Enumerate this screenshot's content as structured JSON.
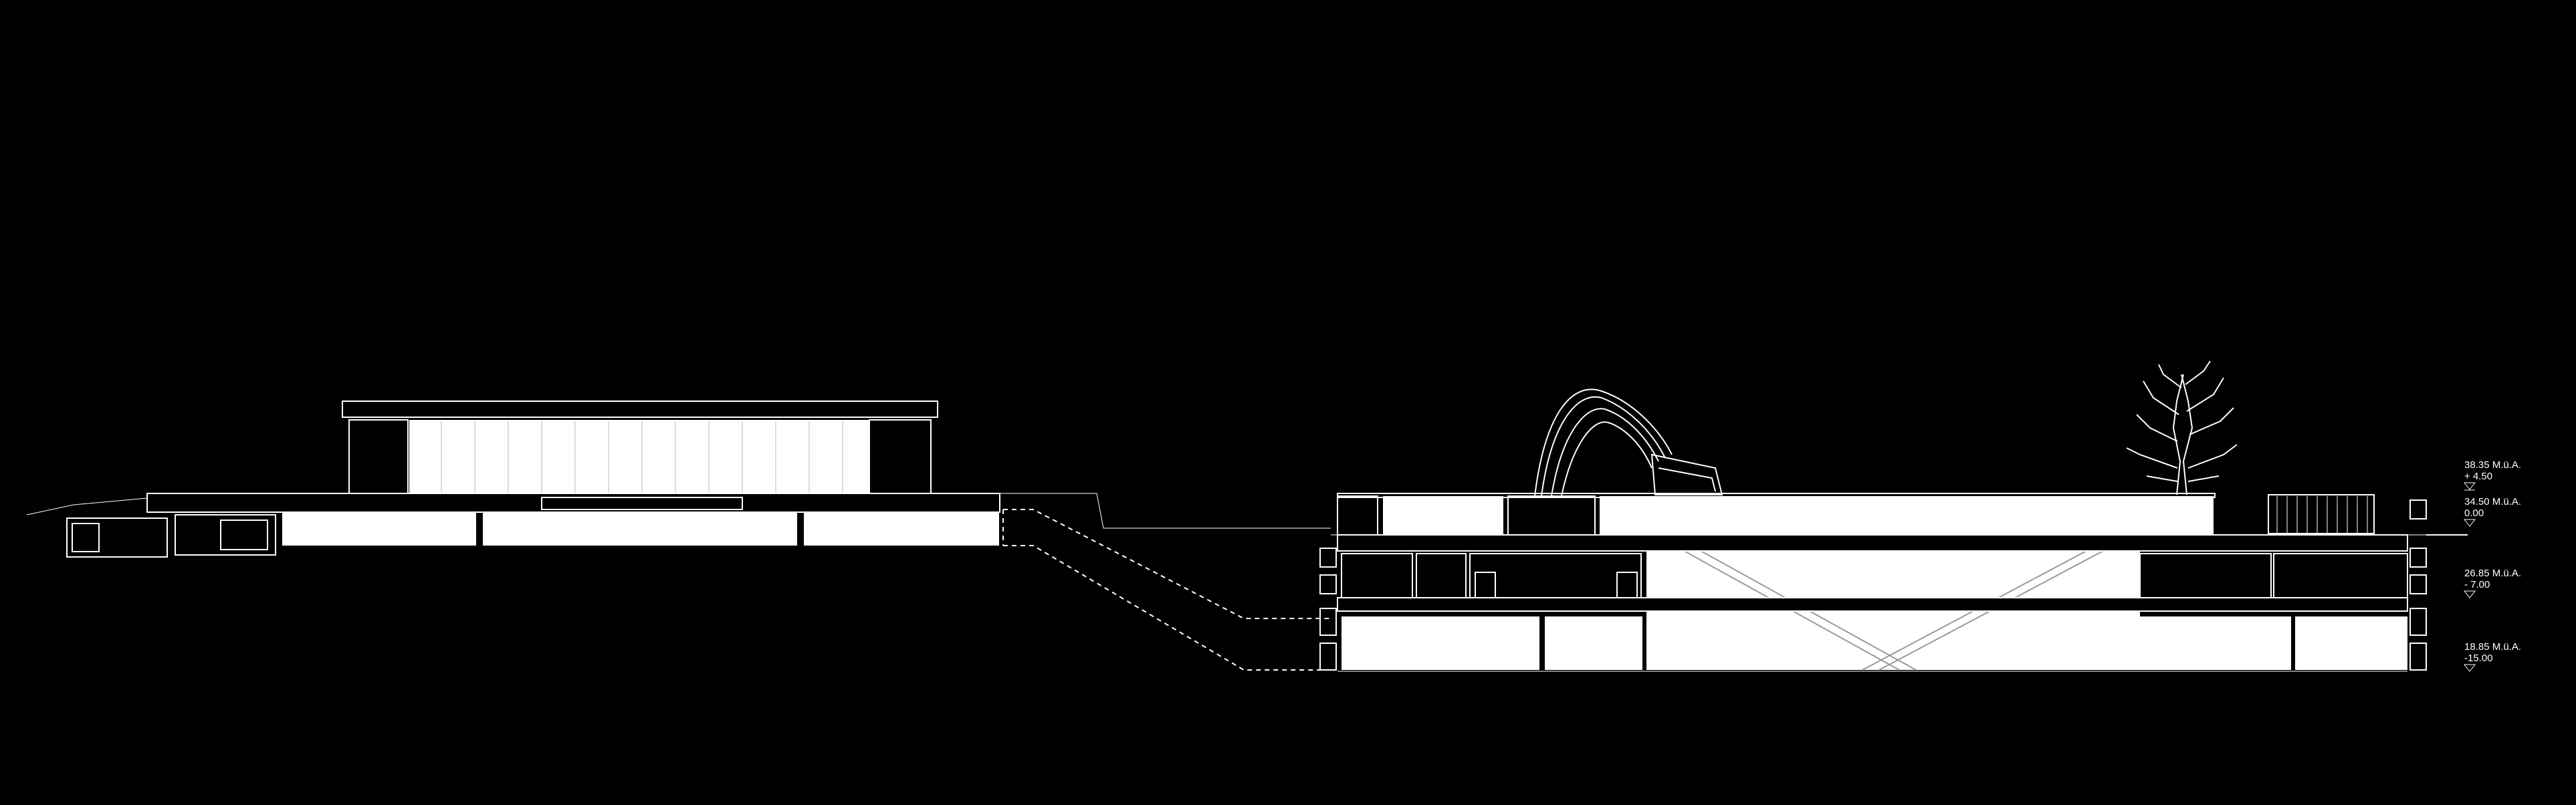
{
  "drawing": {
    "levels": [
      {
        "name": "roof",
        "elevation": "38.35 M.ü.A.",
        "relative": "+ 4.50",
        "marker": "triangle"
      },
      {
        "name": "ground",
        "elevation": "34.50 M.ü.A.",
        "relative": "0.00",
        "marker": "triangle"
      },
      {
        "name": "level-minus-1",
        "elevation": "26.85 M.ü.A.",
        "relative": "- 7.00",
        "marker": "triangle"
      },
      {
        "name": "level-minus-2",
        "elevation": "18.85 M.ü.A.",
        "relative": "-15.00",
        "marker": "triangle"
      }
    ],
    "colors": {
      "background": "#000000",
      "line": "#ffffff",
      "fill": "#ffffff"
    }
  }
}
